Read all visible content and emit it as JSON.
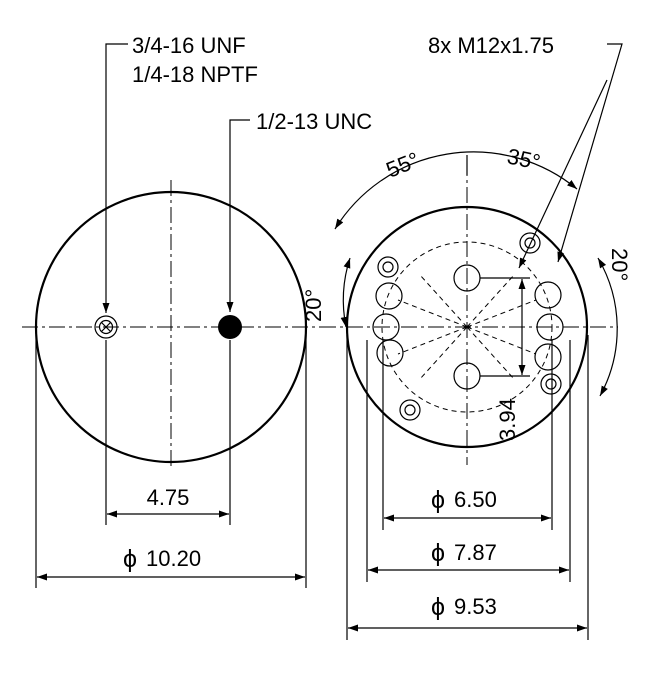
{
  "left_view": {
    "callout_port_top": "3/4-16 UNF",
    "callout_port_bottom": "1/4-18 NPTF",
    "callout_port_center": "1/2-13 UNC",
    "dim_port_spacing": "4.75",
    "dim_outer_diameter": "10.20"
  },
  "right_view": {
    "callout_bolts": "8x M12x1.75",
    "angle_upper_left": "55°",
    "angle_upper_right": "35°",
    "angle_left": "20°",
    "angle_right": "20°",
    "dim_vertical_spacing": "3.94",
    "dim_bolt_circle_small": "6.50",
    "dim_bolt_circle_mid": "7.87",
    "dim_outer_diameter": "9.53"
  },
  "symbols": {
    "diameter": "ϕ"
  }
}
